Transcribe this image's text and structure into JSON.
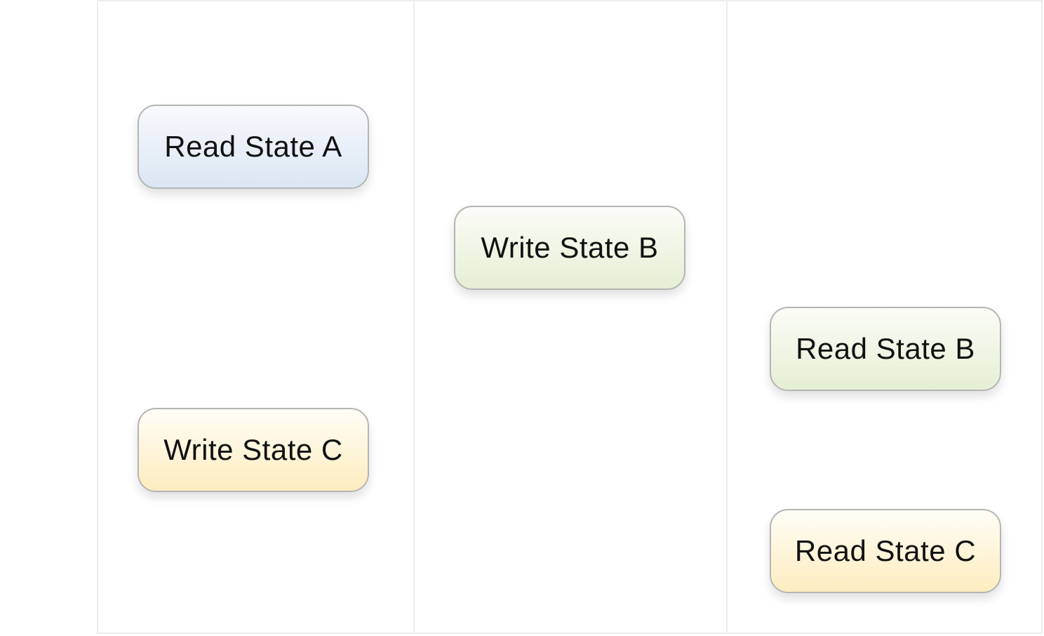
{
  "nodes": {
    "read_state_a": {
      "label": "Read State A",
      "color": "#dbe6f4"
    },
    "write_state_c": {
      "label": "Write State C",
      "color": "#fdecbf"
    },
    "write_state_b": {
      "label": "Write State B",
      "color": "#e5efd3"
    },
    "read_state_b": {
      "label": "Read State B",
      "color": "#e5efd3"
    },
    "read_state_c": {
      "label": "Read State C",
      "color": "#fdecbf"
    }
  },
  "colors": {
    "grid_line": "#ececec",
    "node_border": "#b5b5b5"
  }
}
